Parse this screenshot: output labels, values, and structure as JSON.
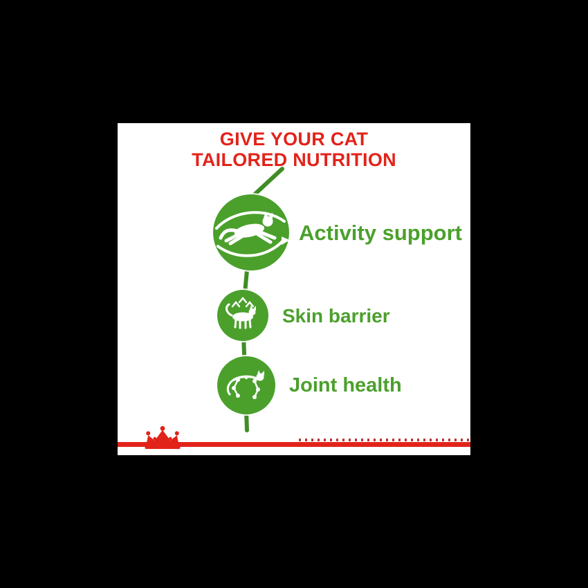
{
  "background": {
    "outer": "#000000",
    "card": "#ffffff"
  },
  "title": {
    "line1": "GIVE YOUR CAT",
    "line2": "TAILORED NUTRITION"
  },
  "features": [
    {
      "label": "Activity support",
      "icon": "leaping-cat-icon"
    },
    {
      "label": "Skin barrier",
      "icon": "skin-coat-cat-icon"
    },
    {
      "label": "Joint health",
      "icon": "joint-cat-icon"
    }
  ],
  "footer": {
    "logo_icon": "royal-canin-crown-logo"
  },
  "colors": {
    "red": "#e2231a",
    "green": "#4ba02c",
    "stem_green": "#3f8d25",
    "white": "#ffffff"
  }
}
